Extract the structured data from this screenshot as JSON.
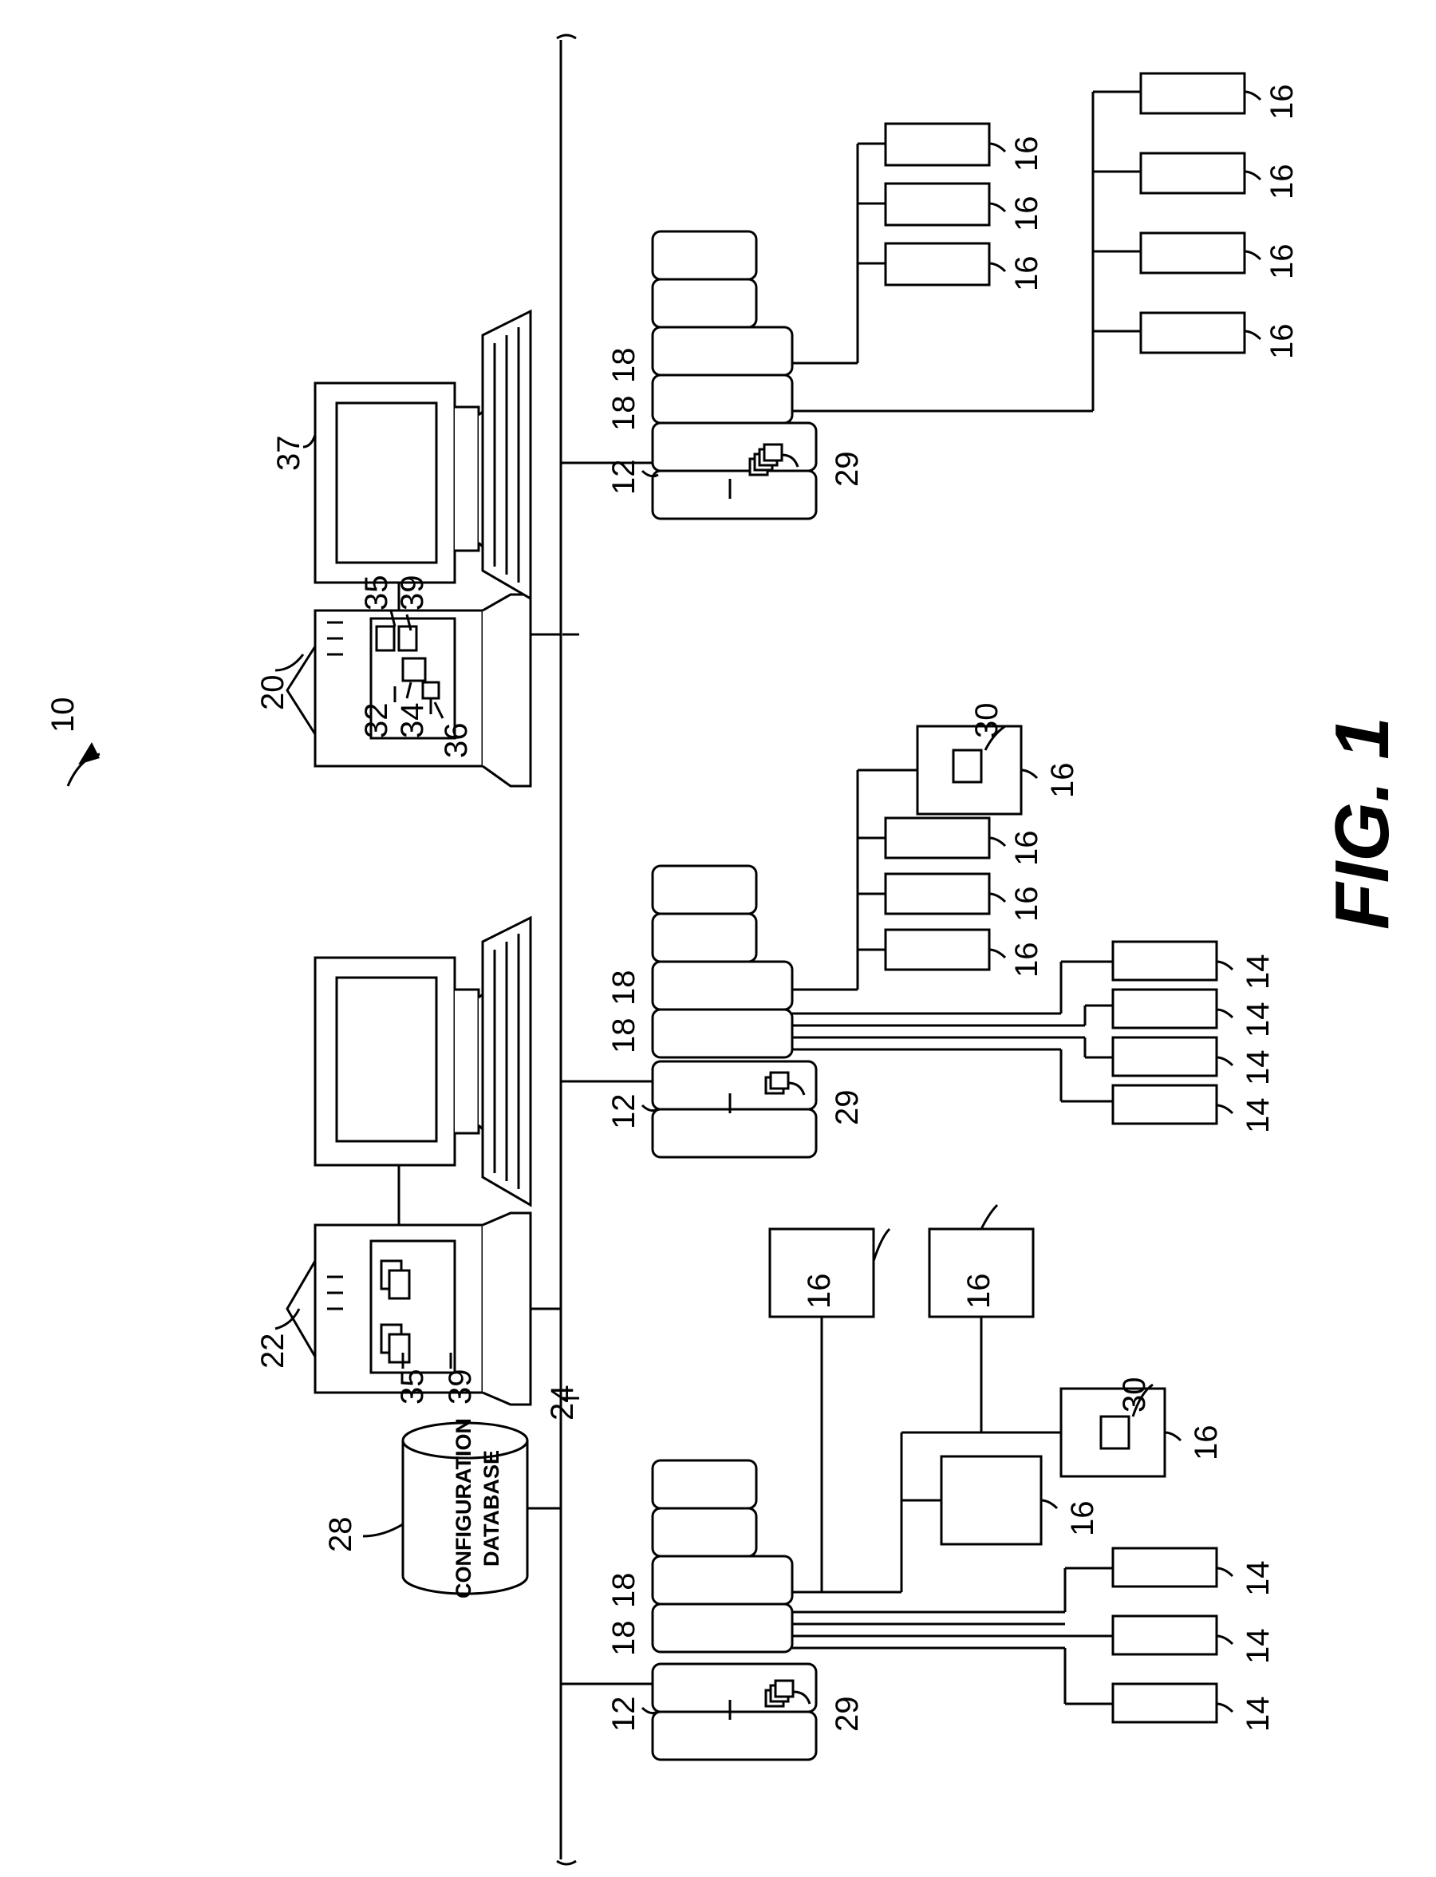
{
  "figure": {
    "title": "FIG. 1",
    "ref_system": "10",
    "ref_network": "24"
  },
  "config_db": {
    "ref": "28",
    "line1": "CONFIGURATION",
    "line2": "DATABASE"
  },
  "workstation_22": {
    "ref": "22",
    "app1": "35",
    "app2": "39"
  },
  "workstation_20": {
    "ref": "20",
    "r32": "32",
    "r34": "34",
    "r35": "35",
    "r36": "36",
    "r37": "37",
    "r39": "39"
  },
  "controller_a": {
    "controller": "12",
    "io1": "18",
    "io2": "18",
    "blocks": "29",
    "smart_devices": [
      "16",
      "16",
      "16",
      "16"
    ],
    "smart_device_block": "30",
    "conventional_devices": [
      "14",
      "14",
      "14"
    ]
  },
  "controller_b": {
    "controller": "12",
    "io1": "18",
    "io2": "18",
    "blocks": "29",
    "smart_devices": [
      "16",
      "16",
      "16",
      "16"
    ],
    "smart_device_block": "30",
    "conventional_devices": [
      "14",
      "14",
      "14",
      "14"
    ]
  },
  "controller_c": {
    "controller": "12",
    "io1": "18",
    "io2": "18",
    "blocks": "29",
    "devices_upper": [
      "16",
      "16",
      "16"
    ],
    "devices_lower": [
      "16",
      "16",
      "16",
      "16"
    ]
  }
}
